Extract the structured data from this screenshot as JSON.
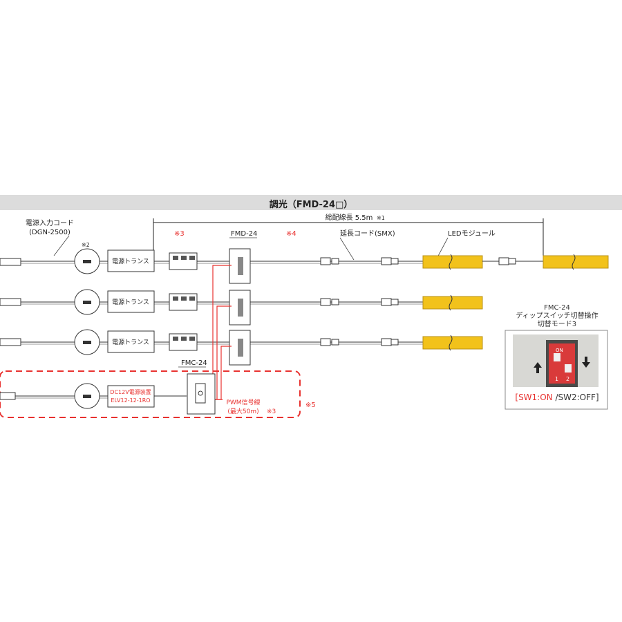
{
  "header": {
    "title": "調光（FMD-24□）"
  },
  "dimension": {
    "label": "総配線長 5.5m",
    "note": "※1"
  },
  "labels": {
    "power_cord": "電源入力コード",
    "power_cord_model": "(DGN-2500)",
    "note2": "※2",
    "note3": "※3",
    "note4": "※4",
    "note5": "※5",
    "fmd": "FMD-24",
    "fmc": "FMC-24",
    "extension": "延長コード(SMX)",
    "led_module": "LEDモジュール",
    "transformer": "電源トランス",
    "dc_supply_line1": "DC12V電源装置",
    "dc_supply_line2": "ELV12-12-1RO",
    "pwm_line1": "PWM信号線",
    "pwm_line2": "(最大50m)",
    "pwm_note": "※3"
  },
  "dip_switch": {
    "model": "FMC-24",
    "caption_line2": "ディップスイッチ切替操作",
    "caption_line3": "切替モード3",
    "on_text": "ON",
    "num1": "1",
    "num2": "2",
    "bracket_open": "[",
    "sw1": "SW1:ON",
    "sw2": " /SW2:OFF]"
  },
  "colors": {
    "accent_red": "#e8312f",
    "led_yellow": "#f2c21b",
    "header_gray": "#dcdcdc",
    "dip_red": "#d93a3a"
  }
}
